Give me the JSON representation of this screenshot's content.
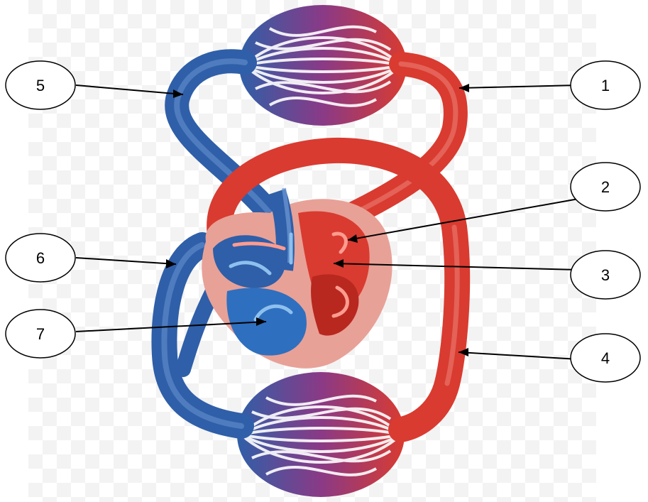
{
  "labels": [
    {
      "id": "1",
      "text": "1"
    },
    {
      "id": "2",
      "text": "2"
    },
    {
      "id": "3",
      "text": "3"
    },
    {
      "id": "4",
      "text": "4"
    },
    {
      "id": "5",
      "text": "5"
    },
    {
      "id": "6",
      "text": "6"
    },
    {
      "id": "7",
      "text": "7"
    }
  ],
  "colors": {
    "oxygenated": "#d93b30",
    "deoxygenated": "#2f5fa8",
    "heart_wall": "#e8a197",
    "capillary_mix": "#7a3b7e"
  }
}
